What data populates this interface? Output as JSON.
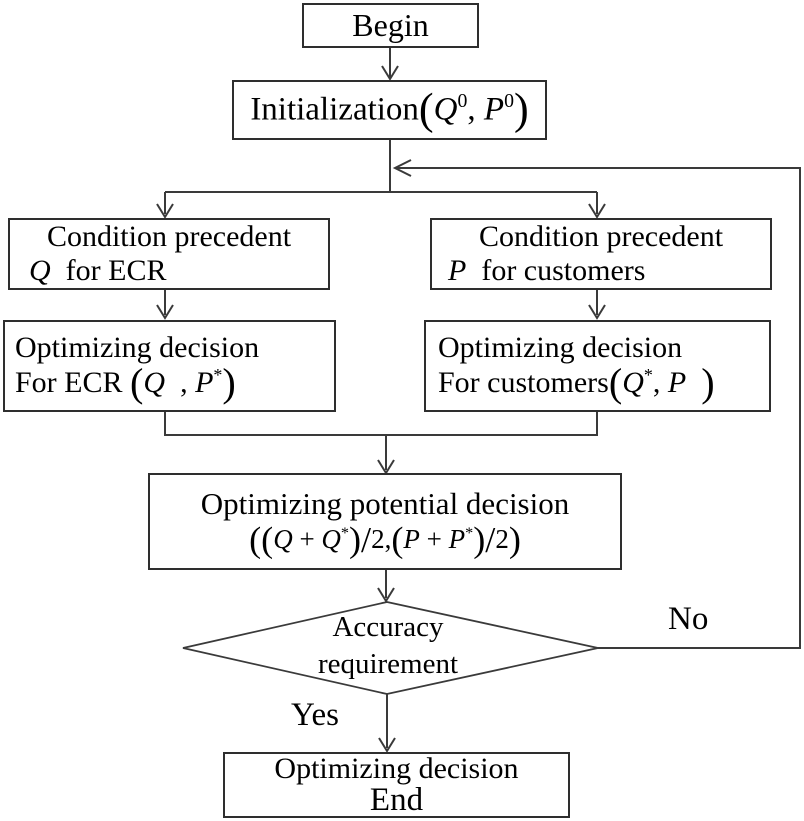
{
  "diagram": {
    "type": "flowchart",
    "background": "#ffffff",
    "line_color": "#3a3a3a",
    "border_color": "#2e2e2e",
    "text_color": "#000000",
    "nodes": {
      "begin": {
        "label": "Begin"
      },
      "initialization": {
        "formula": [
          {
            "t": "Initialization"
          },
          {
            "t": "(",
            "cls": "big"
          },
          {
            "t": "Q",
            "cls": "var"
          },
          {
            "t": "0",
            "cls": "sup"
          },
          {
            "t": ", "
          },
          {
            "t": "P",
            "cls": "var"
          },
          {
            "t": "0",
            "cls": "sup"
          },
          {
            "t": ")",
            "cls": "big"
          }
        ]
      },
      "condition_ecr": {
        "line1": "Condition precedent",
        "line2": [
          {
            "t": "Q",
            "cls": "var"
          },
          {
            "t": "  for ECR"
          }
        ]
      },
      "condition_customers": {
        "line1": "Condition precedent",
        "line2": [
          {
            "t": "P",
            "cls": "var"
          },
          {
            "t": "  for customers"
          }
        ]
      },
      "optimizing_ecr": {
        "line1": "Optimizing decision",
        "line2": [
          {
            "t": "For ECR "
          },
          {
            "t": "(",
            "cls": "big"
          },
          {
            "t": "Q",
            "cls": "var"
          },
          {
            "t": "  , "
          },
          {
            "t": "P",
            "cls": "var"
          },
          {
            "t": "*",
            "cls": "sup"
          },
          {
            "t": ")",
            "cls": "big"
          }
        ]
      },
      "optimizing_customers": {
        "line1": "Optimizing decision",
        "line2": [
          {
            "t": "For customers"
          },
          {
            "t": "(",
            "cls": "big"
          },
          {
            "t": "Q",
            "cls": "var"
          },
          {
            "t": "*",
            "cls": "sup"
          },
          {
            "t": ", "
          },
          {
            "t": "P",
            "cls": "var"
          },
          {
            "t": "  "
          },
          {
            "t": ")",
            "cls": "big"
          }
        ]
      },
      "optimizing_potential": {
        "line1": "Optimizing potential decision",
        "line2": [
          {
            "t": "((",
            "cls": "big"
          },
          {
            "t": "Q",
            "cls": "var"
          },
          {
            "t": " + "
          },
          {
            "t": "Q",
            "cls": "var"
          },
          {
            "t": "*",
            "cls": "sup"
          },
          {
            "t": ")/",
            "cls": "big"
          },
          {
            "t": "2"
          },
          {
            "t": ","
          },
          {
            "t": "(",
            "cls": "big"
          },
          {
            "t": "P",
            "cls": "var"
          },
          {
            "t": " + "
          },
          {
            "t": "P",
            "cls": "var"
          },
          {
            "t": "*",
            "cls": "sup"
          },
          {
            "t": ")/",
            "cls": "big"
          },
          {
            "t": "2"
          },
          {
            "t": ")",
            "cls": "big"
          }
        ]
      },
      "accuracy_decision": {
        "line1": "Accuracy",
        "line2": "requirement"
      },
      "end": {
        "line1": "Optimizing decision",
        "line2": "End"
      }
    },
    "edge_labels": {
      "no": "No",
      "yes": "Yes"
    }
  }
}
